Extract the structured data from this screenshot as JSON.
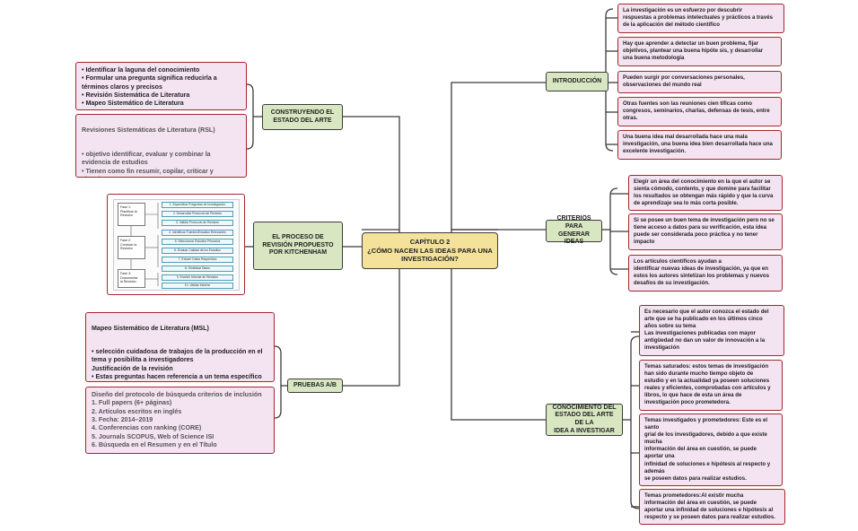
{
  "center": {
    "title": "CAPÍTULO 2\n¿CÓMO NACEN LAS IDEAS PARA UNA INVESTIGACIÓN?"
  },
  "branches": {
    "introduccion": "INTRODUCCIÓN",
    "criterios": "CRITERIOS PARA\nGENERAR IDEAS",
    "conocimiento": "CONOCIMIENTO DEL\nESTADO DEL ARTE DE LA\nIDEA A INVESTIGAR",
    "construyendo": "CONSTRUYENDO EL\nESTADO DEL ARTE",
    "proceso": "EL PROCESO DE\nREVISIÓN PROPUESTO\nPOR KITCHENHAM",
    "pruebas": "PRUEBAS A/B"
  },
  "introduccion_items": [
    "La investigación es un esfuerzo por descubrir\nrespuestas a problemas intelectuales y prácticos a través\nde la  aplicación del método científico",
    "Hay que aprender a detectar un buen problema, fijar\nobjetivos, plantear una buena hipóte sis, y desarrollar\nuna buena metodología",
    "Pueden surgir por conversaciones personales,\nobservaciones del mundo real",
    "Otras fuentes son las reuniones cien tíficas como\ncongresos, seminarios, charlas, defensas de tesis,  entre\notras.",
    "Una buena idea mal desarrollada hace una mala\ninvestigación,  una buena idea bien desarrollada hace una\nexcelente investigación."
  ],
  "criterios_items": [
    "Elegir un área del conocimiento en la que el autor se\nsienta cómodo, contento, y que domine para facilitar\nlos resultados se obtengan más rápido y que la curva\nde  aprendizaje sea lo más corta posible.",
    "Si se posee un buen tema de investigación pero no se\ntiene  acceso a datos para su verificación, esta idea\npuede ser  considerada poco práctica y no tener\nimpacto",
    "Los artículos científicos ayudan a\nidentificar nuevas ideas de investigación, ya que en\nestos los autores sintetizan los problemas y nuevos\ndesafíos de su investigación."
  ],
  "conocimiento_items": [
    "Es necesario que el autor conozca el estado del\narte  que se ha publicado en los últimos cinco\naños sobre su tema\nLas investigaciones publicadas con mayor\nantigüedad no dan un valor de innovación a la\ninvestigación",
    "Temas saturados: estos temas de investigación\nhan sido durante mucho tiempo objeto de\nestudio y en la actualidad ya poseen soluciones\nreales  y eficientes, comprobadas con artículos y\nlibros, lo que  hace de esta un área de\ninvestigación poco prometedora.",
    "Temas investigados y prometedores: Este es el\nsanto\ngrial de los investigadores, debido a que existe\nmucha\ninformación del área en cuestión, se puede\naportar una\ninfinidad de soluciones e hipótesis al respecto y\nademás\nse poseen datos para realizar estudios.",
    "Temas prometedores:Al existir  mucha\ninformación del área en cuestión, se puede\naportar una infinidad de soluciones e hipótesis al\nrespecto y se poseen datos para realizar estudios."
  ],
  "construyendo_items": {
    "top": "• Identificar la laguna del conocimiento\n• Formular una pregunta significa reducirla a\ntérminos claros y precisos\n• Revisión Sistemática de Literatura\n• Mapeo Sistemático de Literatura",
    "rsl_title": "Revisiones Sistemáticas de Literatura (RSL)",
    "rsl_body": "• objetivo identificar, evaluar y combinar la\nevidencia de estudios\n• Tienen como fin resumir, copilar, criticar y\nsintetizar"
  },
  "kitchenham_flow": {
    "phases": [
      "Fase 1:\nPlanificar la\nRevisión",
      "Fase 2:\nConducir la\nRevisión",
      "Fase 3:\nDocumentar\nla Revisión"
    ],
    "steps": [
      "1. Especificar Preguntas de Investigación",
      "2. Desarrollar Protocolo de Revisión",
      "3. Validar Protocolo de Revisión",
      "4. Identificar Fuentes/Estudios Relevantes",
      "5. Seleccionar Estudios Primarios",
      "6. Evaluar Calidad de los Estudios",
      "7. Extraer Datos Requeridos",
      "8. Sintetizar Datos",
      "9. Escribir Informe de Revisión",
      "10. Validar Informe"
    ]
  },
  "pruebas_items": {
    "msl_title": "Mapeo Sistemático de Literatura (MSL)",
    "msl_body": "• selección cuidadosa de trabajos de la producción en el\ntema y posibilita a investigadores\nJustificación de la revisión\n• Estas preguntas hacen referencia a un tema específico\nque se desea buscar en las bases de datos científicas",
    "protocolo": "Diseño del protocolo de búsqueda criterios de inclusión\n1. Full papers (6+ páginas)\n2. Artículos escritos en inglés\n3. Fecha: 2014–2019\n4. Conferencias con ranking (CORE)\n5. Journals SCOPUS, Web of Science ISI\n6. Búsqueda en el Resumen y en el Título"
  },
  "colors": {
    "line": "#3b3b3b",
    "topic_fill": "#d8e7c2",
    "center_fill": "#f4e29b",
    "detail_fill": "#f4e4f2",
    "detail_border": "#a3262c"
  }
}
